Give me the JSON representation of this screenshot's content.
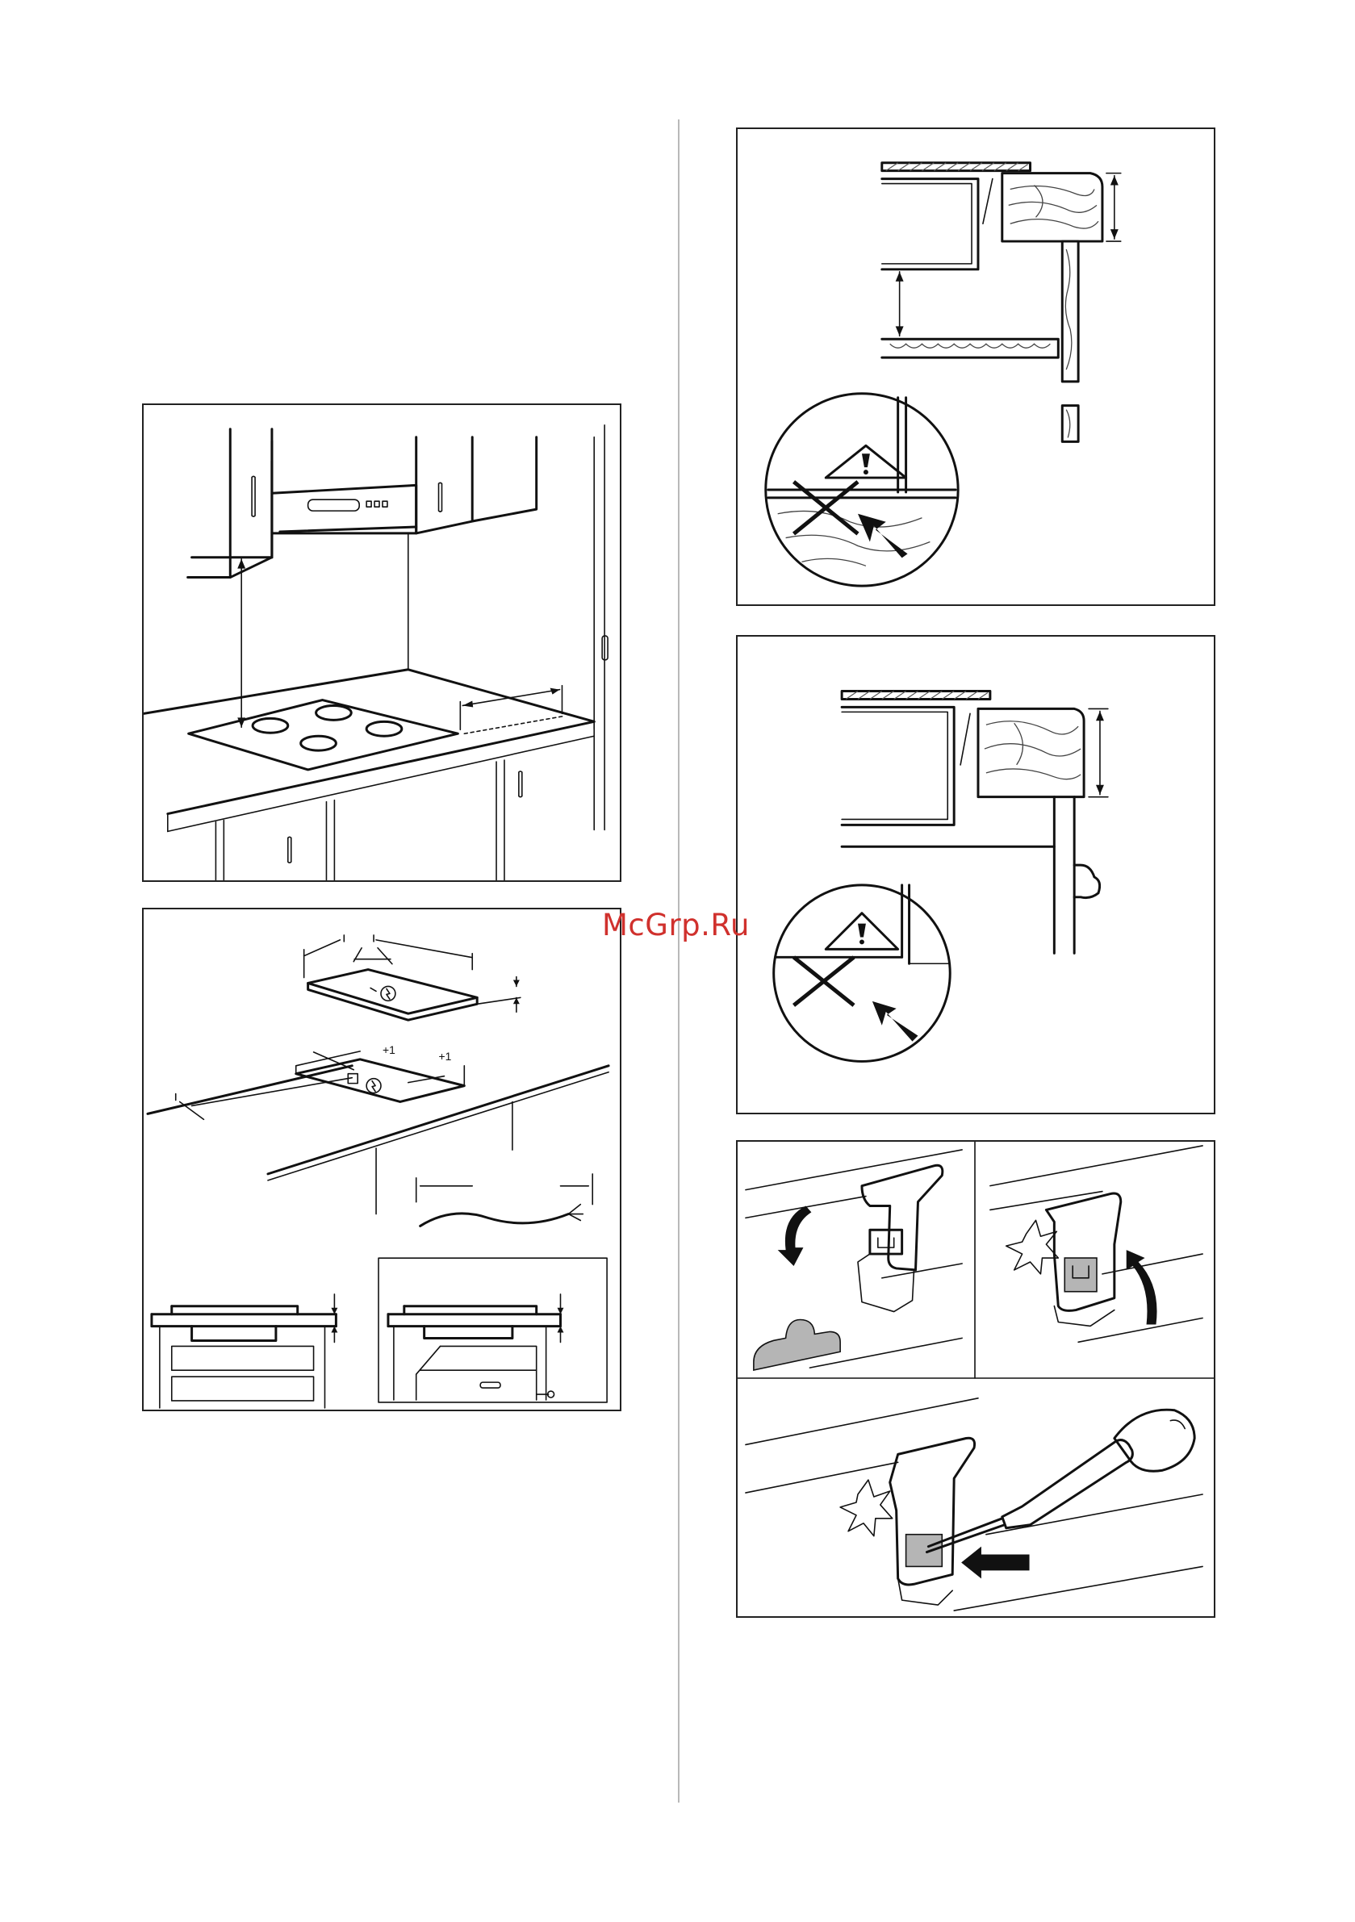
{
  "watermark": "McGrp.Ru",
  "figures": {
    "cut_out": {
      "tolerance_left": "+1",
      "tolerance_right": "+1"
    }
  },
  "icons": [
    "warning-triangle-icon",
    "cross-icon",
    "arrow-icon",
    "electric-bolt-icon",
    "star-burst-icon"
  ],
  "colors": {
    "ink": "#111111",
    "frame": "#222222",
    "watermark": "#d0312d",
    "clip_grey": "#b5b5b5"
  }
}
